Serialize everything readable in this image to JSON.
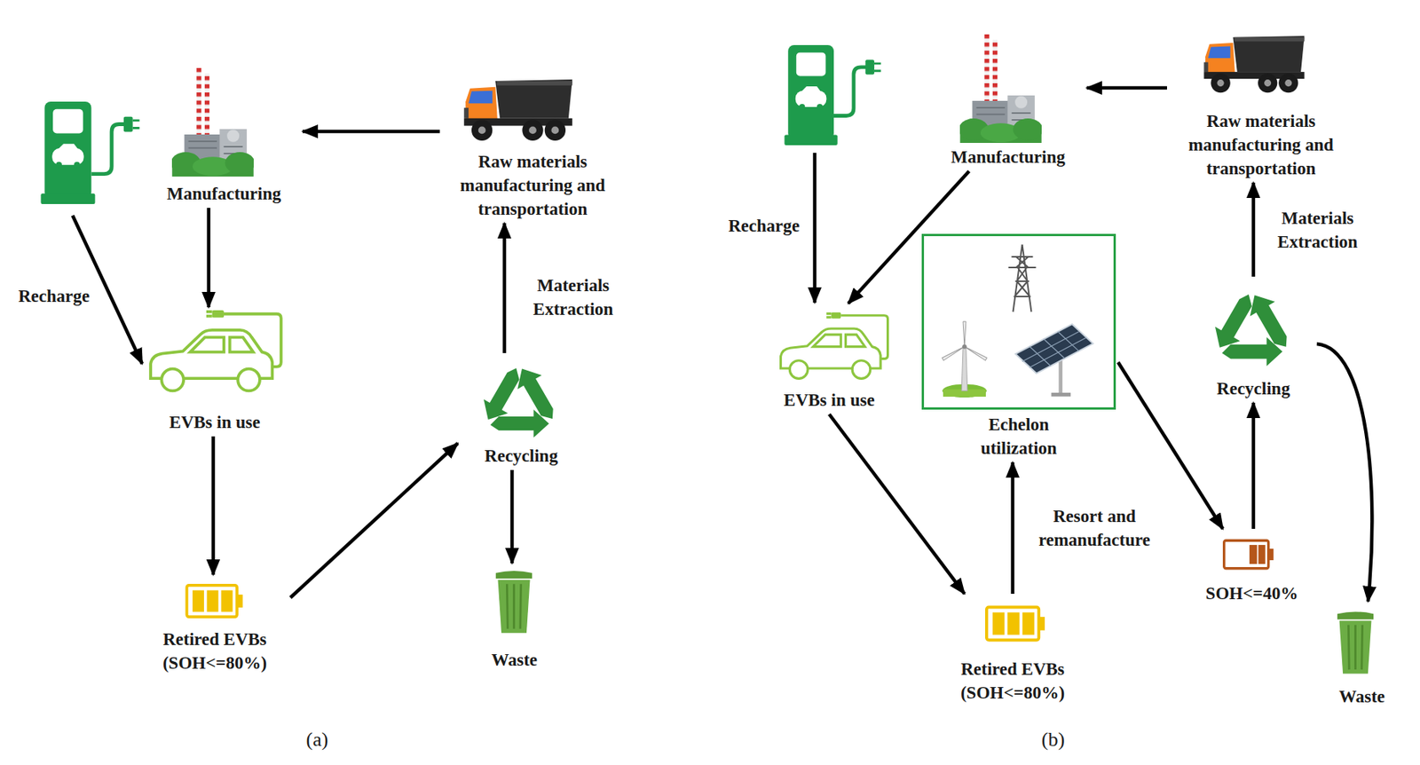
{
  "diagram": {
    "nodes": [
      {
        "text": [
          "Manufacturing"
        ]
      },
      {
        "text": [
          "EVBs in use"
        ]
      },
      {
        "text": [
          "Retired EVBs (SOH<=80%)"
        ]
      },
      {
        "text": [
          "Recycling"
        ]
      },
      {
        "text": [
          "Waste"
        ]
      },
      {
        "text": [
          "Raw materials manufacturing and transportation"
        ]
      },
      {
        "text": [
          "Manufacturing"
        ]
      },
      {
        "text": [
          "Raw materials manufacturing and transportation"
        ]
      },
      {
        "text": [
          "EVBs in use"
        ]
      },
      {
        "text": [
          "Echelon utilization"
        ]
      },
      {
        "text": [
          "Retired EVBs (SOH<=80%)"
        ]
      },
      {
        "text": [
          "Recycling"
        ]
      },
      {
        "text": [
          "SOH<=40%"
        ]
      },
      {
        "text": [
          "Waste"
        ]
      }
    ],
    "edges": [
      {
        "from": 5,
        "to": 0,
        "arrow": "to"
      },
      {
        "from": 0,
        "to": 1,
        "arrow": "to"
      },
      {
        "from": 1,
        "to": 2,
        "arrow": "to"
      },
      {
        "from": 2,
        "to": 3,
        "arrow": "to"
      },
      {
        "from": 3,
        "to": 4,
        "arrow": "to"
      },
      {
        "from": 3,
        "to": 5,
        "label": "Materials Extraction",
        "arrow": "to"
      },
      {
        "from": 7,
        "to": 6,
        "arrow": "to"
      },
      {
        "from": 6,
        "to": 8,
        "arrow": "to"
      },
      {
        "from": 8,
        "to": 10,
        "arrow": "to"
      },
      {
        "from": 10,
        "to": 9,
        "label": "Resort and remanufacture",
        "arrow": "to"
      },
      {
        "from": 9,
        "to": 12,
        "arrow": "to"
      },
      {
        "from": 12,
        "to": 11,
        "arrow": "to"
      },
      {
        "from": 11,
        "to": 7,
        "label": "Materials Extraction",
        "arrow": "to"
      },
      {
        "from": 11,
        "to": 13,
        "arrow": "to"
      }
    ],
    "labels": [
      "Recharge",
      "Recharge",
      "(a)",
      "(b)"
    ]
  }
}
